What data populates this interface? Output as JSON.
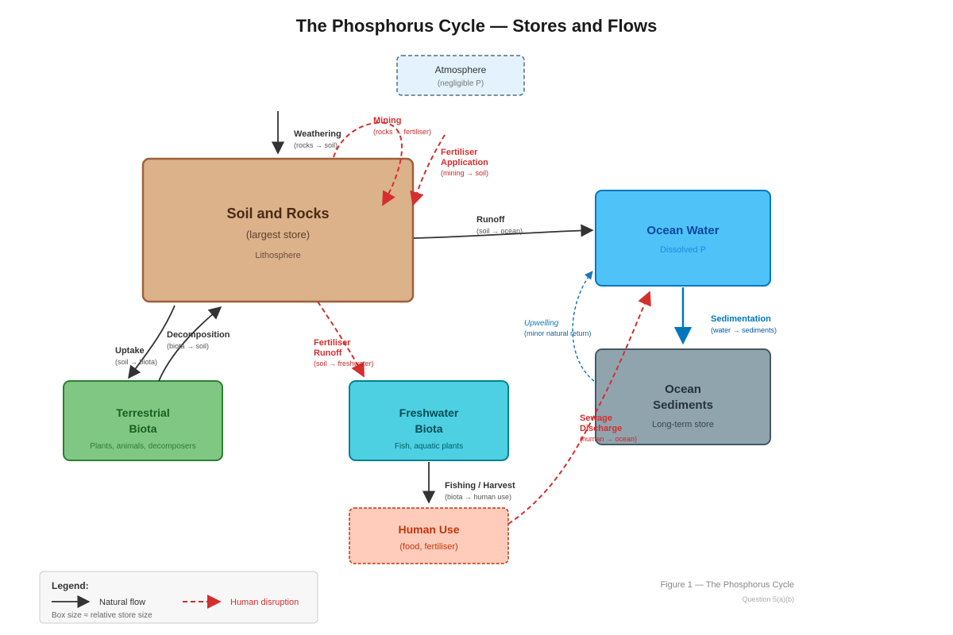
{
  "title": "The Phosphorus Cycle — Stores and Flows",
  "stores": {
    "atmosphere": {
      "name": "Atmosphere",
      "sub": "(negligible P)"
    },
    "soil": {
      "name": "Soil and Rocks",
      "sub": "(largest store)",
      "sub2": "Lithosphere"
    },
    "ocean_water": {
      "name": "Ocean Water",
      "sub": "Dissolved P"
    },
    "ocean_sediments": {
      "name_line1": "Ocean",
      "name_line2": "Sediments",
      "sub": "Long-term store"
    },
    "terrestrial": {
      "name_line1": "Terrestrial",
      "name_line2": "Biota",
      "sub": "Plants, animals, decomposers"
    },
    "freshwater": {
      "name_line1": "Freshwater",
      "name_line2": "Biota",
      "sub": "Fish, aquatic plants"
    },
    "human": {
      "name": "Human Use",
      "sub": "(food, fertiliser)"
    }
  },
  "flows": {
    "weathering": {
      "label": "Weathering",
      "sub": "(rocks → soil)"
    },
    "mining": {
      "label": "Mining",
      "sub": "(rocks → fertiliser)"
    },
    "fertiliser_app": {
      "label_line1": "Fertiliser",
      "label_line2": "Application",
      "sub": "(mining → soil)"
    },
    "runoff": {
      "label": "Runoff",
      "sub": "(soil → ocean)"
    },
    "uptake": {
      "label": "Uptake",
      "sub": "(soil → biota)"
    },
    "decomposition": {
      "label": "Decomposition",
      "sub": "(biota → soil)"
    },
    "fert_runoff": {
      "label_line1": "Fertiliser",
      "label_line2": "Runoff",
      "sub": "(soil → freshwater)"
    },
    "upwelling": {
      "label": "Upwelling",
      "sub": "(minor natural return)"
    },
    "sedimentation": {
      "label": "Sedimentation",
      "sub": "(water → sediments)"
    },
    "sewage": {
      "label_line1": "Sewage",
      "label_line2": "Discharge",
      "sub": "(human → ocean)"
    },
    "fishing": {
      "label": "Fishing / Harvest",
      "sub": "(biota → human use)"
    }
  },
  "legend": {
    "title": "Legend:",
    "natural": "Natural flow",
    "human": "Human disruption",
    "note": "Box size ≈ relative store size"
  },
  "caption": {
    "figure": "Figure 1 — The Phosphorus Cycle",
    "question": "Question 5(a)(b)"
  },
  "colors": {
    "natural": "#333333",
    "human": "#d32f2f",
    "ocean_flow": "#1a78b8",
    "soil_fill": "#dbb28a",
    "soil_stroke": "#a0603a",
    "ocean_fill": "#4fc3f7",
    "ocean_stroke": "#0277bd",
    "sediment_fill": "#90a4ae",
    "sediment_stroke": "#455a64",
    "terrestrial_fill": "#81c784",
    "terrestrial_stroke": "#2e7d32",
    "freshwater_fill": "#4dd0e1",
    "freshwater_stroke": "#00838f",
    "human_fill": "#ffccbc",
    "human_stroke": "#bf360c",
    "atmo_fill": "#e3f2fd",
    "atmo_stroke": "#546e7a"
  }
}
